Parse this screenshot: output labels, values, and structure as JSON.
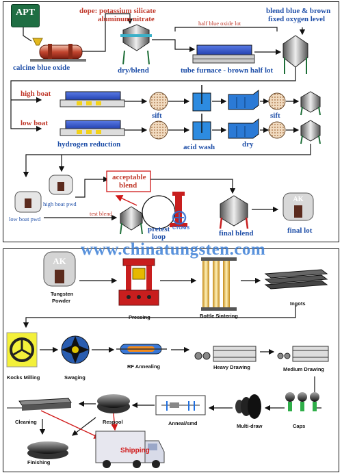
{
  "top": {
    "apt": "APT",
    "dope": "dope: potassium silicate",
    "dope2": "aluminum nitrate",
    "calcine": "calcine blue oxide",
    "dry_blend": "dry/blend",
    "half_lot": "half blue oxide lot",
    "tube_furnace": "tube furnace  - brown half lot",
    "blend_fixed1": "blend blue & brown",
    "blend_fixed2": "fixed oxygen level",
    "high_boat": "high boat",
    "low_boat": "low boat",
    "sift1": "sift",
    "sift2": "sift",
    "hydrogen": "hydrogen reduction",
    "acid_wash": "acid wash",
    "dry": "dry",
    "acceptable1": "acceptable",
    "acceptable2": "blend",
    "high_boat_pwd": "high boat pwd",
    "low_boat_pwd": "low boat pwd",
    "test_blend": "test blend",
    "pretest1": "pretest",
    "pretest2": "loop",
    "final_blend": "final blend",
    "final_lot": "final lot",
    "ak": "AK"
  },
  "watermark": "www.chinatungsten.com",
  "ctoms": "CTOMS",
  "bottom": {
    "ak": "AK",
    "tungsten_powder1": "Tungsten",
    "tungsten_powder2": "Powder",
    "pressing": "Pressing",
    "bottle_sintering": "Bottle Sintering",
    "ingots": "Ingots",
    "kocks_milling": "Kocks Milling",
    "swaging": "Swaging",
    "rf_annealing": "RF Annealing",
    "heavy_drawing": "Heavy Drawing",
    "medium_drawing": "Medium Drawing",
    "cleaning": "Cleaning",
    "respool": "Respool",
    "anneal_smd": "Anneal/smd",
    "multi_draw": "Multi-draw",
    "caps": "Caps",
    "finishing": "Finishing",
    "shipping": "Shipping"
  }
}
